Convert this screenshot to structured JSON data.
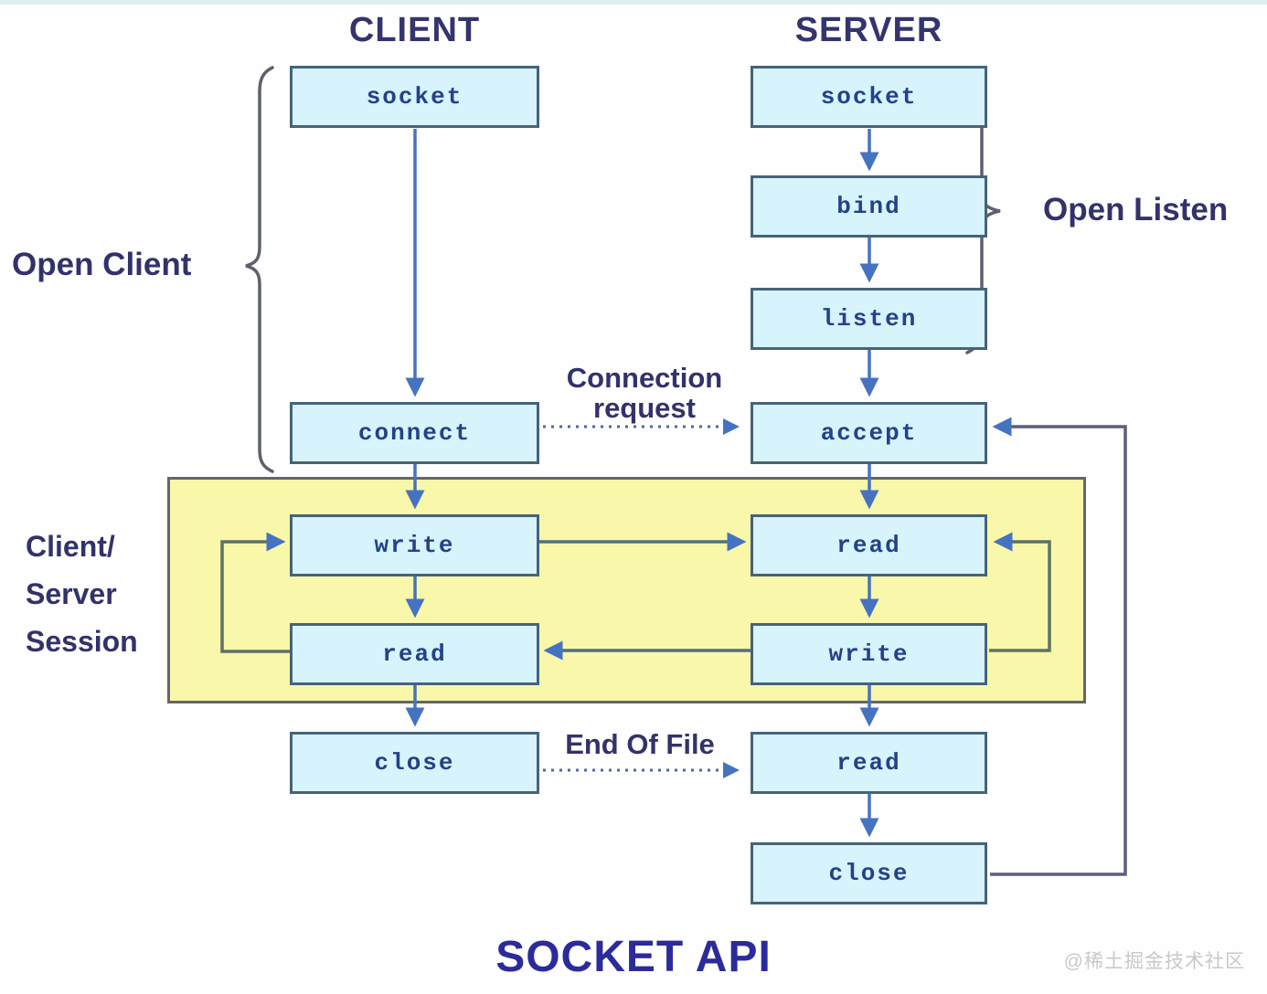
{
  "headers": {
    "client": "CLIENT",
    "server": "SERVER"
  },
  "client_flow": [
    "socket",
    "connect",
    "write",
    "read",
    "close"
  ],
  "server_flow": [
    "socket",
    "bind",
    "listen",
    "accept",
    "read",
    "write",
    "read",
    "close"
  ],
  "annotations": {
    "open_client": "Open Client",
    "open_listen": "Open Listen",
    "session_lines": [
      "Client/",
      "Server",
      "Session"
    ],
    "connection_request_lines": [
      "Connection",
      "request"
    ],
    "end_of_file": "End Of File"
  },
  "title": "SOCKET API",
  "watermark": "@稀土掘金技术社区",
  "colors": {
    "box_fill": "#d7f3fb",
    "box_border": "#466379",
    "box_text": "#24418a",
    "arrow_blue": "#4673c1",
    "data_line": "#4f7080",
    "loop_line": "#5c7263",
    "connector_line": "#5a5f7e",
    "dotted_line": "#4a6aa0",
    "session_fill": "#f9f7a9",
    "session_border": "#64646a",
    "label_navy": "#32326b",
    "title_blue": "#2b2b9b",
    "watermark_gray": "#c8c8c8"
  }
}
